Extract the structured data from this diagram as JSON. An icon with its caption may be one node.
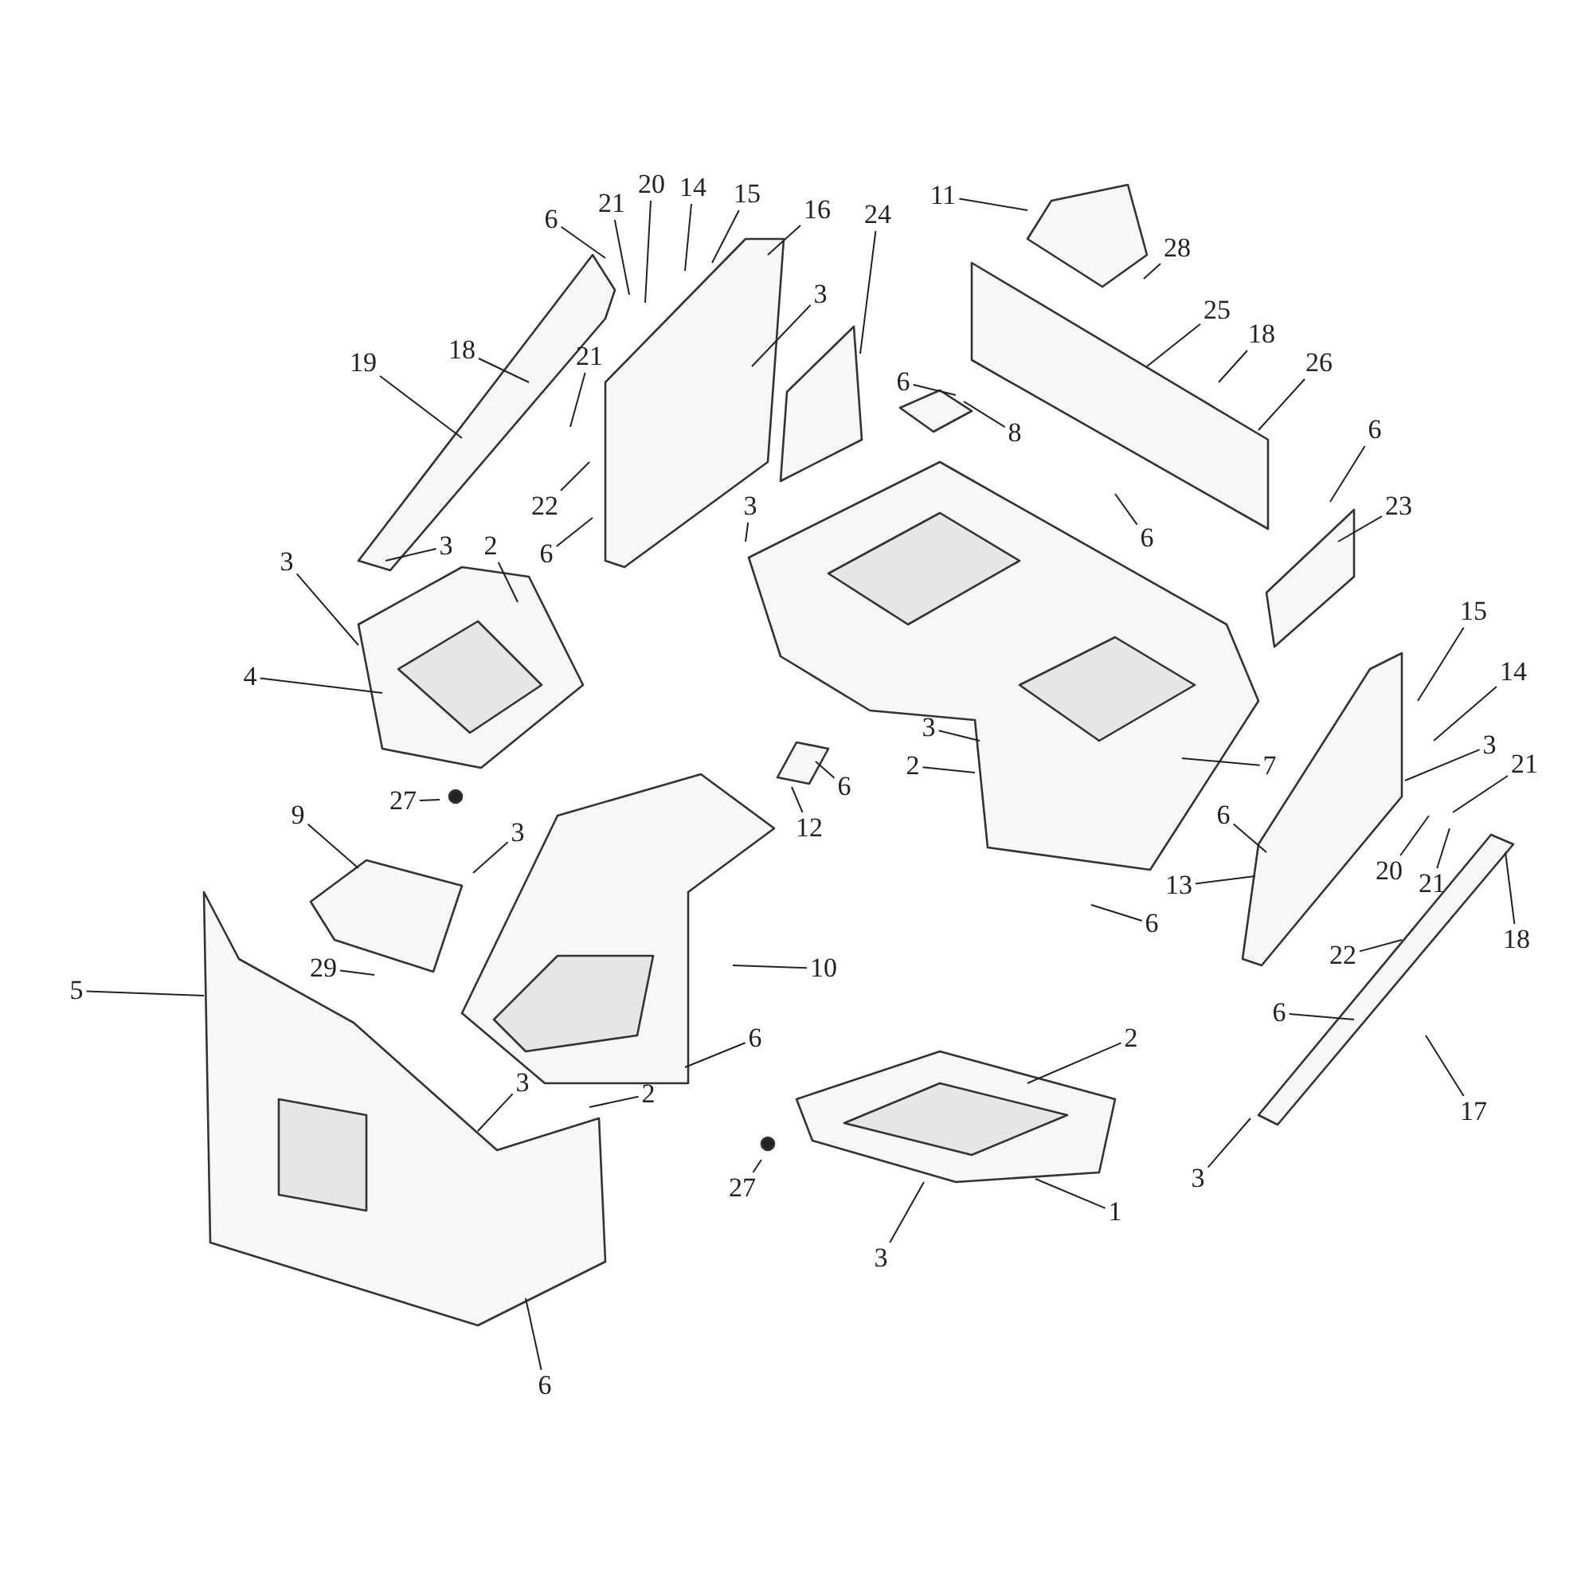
{
  "diagram": {
    "nodes": [
      {
        "text": [
          "6"
        ]
      },
      {
        "text": [
          "21"
        ]
      },
      {
        "text": [
          "20"
        ]
      },
      {
        "text": [
          "14"
        ]
      },
      {
        "text": [
          "15"
        ]
      },
      {
        "text": [
          "16"
        ]
      },
      {
        "text": [
          "3"
        ]
      },
      {
        "text": [
          "19"
        ]
      },
      {
        "text": [
          "18"
        ]
      },
      {
        "text": [
          "21"
        ]
      },
      {
        "text": [
          "22"
        ]
      },
      {
        "text": [
          "6"
        ]
      },
      {
        "text": [
          "3"
        ]
      },
      {
        "text": [
          "2"
        ]
      },
      {
        "text": [
          "3"
        ]
      },
      {
        "text": [
          "4"
        ]
      },
      {
        "text": [
          "27"
        ]
      },
      {
        "text": [
          "24"
        ]
      },
      {
        "text": [
          "11"
        ]
      },
      {
        "text": [
          "28"
        ]
      },
      {
        "text": [
          "25"
        ]
      },
      {
        "text": [
          "18"
        ]
      },
      {
        "text": [
          "26"
        ]
      },
      {
        "text": [
          "6"
        ]
      },
      {
        "text": [
          "8"
        ]
      },
      {
        "text": [
          "3"
        ]
      },
      {
        "text": [
          "6"
        ]
      },
      {
        "text": [
          "6"
        ]
      },
      {
        "text": [
          "23"
        ]
      },
      {
        "text": [
          "15"
        ]
      },
      {
        "text": [
          "14"
        ]
      },
      {
        "text": [
          "3"
        ]
      },
      {
        "text": [
          "21"
        ]
      },
      {
        "text": [
          "20"
        ]
      },
      {
        "text": [
          "21"
        ]
      },
      {
        "text": [
          "22"
        ]
      },
      {
        "text": [
          "18"
        ]
      },
      {
        "text": [
          "6"
        ]
      },
      {
        "text": [
          "13"
        ]
      },
      {
        "text": [
          "7"
        ]
      },
      {
        "text": [
          "3"
        ]
      },
      {
        "text": [
          "2"
        ]
      },
      {
        "text": [
          "6"
        ]
      },
      {
        "text": [
          "12"
        ]
      },
      {
        "text": [
          "6"
        ]
      },
      {
        "text": [
          "9"
        ]
      },
      {
        "text": [
          "3"
        ]
      },
      {
        "text": [
          "29"
        ]
      },
      {
        "text": [
          "5"
        ]
      },
      {
        "text": [
          "10"
        ]
      },
      {
        "text": [
          "6"
        ]
      },
      {
        "text": [
          "3"
        ]
      },
      {
        "text": [
          "2"
        ]
      },
      {
        "text": [
          "6"
        ]
      },
      {
        "text": [
          "2"
        ]
      },
      {
        "text": [
          "27"
        ]
      },
      {
        "text": [
          "1"
        ]
      },
      {
        "text": [
          "3"
        ]
      },
      {
        "text": [
          "6"
        ]
      },
      {
        "text": [
          "17"
        ]
      },
      {
        "text": [
          "3"
        ]
      }
    ],
    "edges": [
      {
        "from": 0,
        "to": null,
        "arrow": "none"
      },
      {
        "from": 1,
        "to": null,
        "arrow": "none"
      },
      {
        "from": 2,
        "to": null,
        "arrow": "none"
      },
      {
        "from": 3,
        "to": null,
        "arrow": "none"
      },
      {
        "from": 4,
        "to": null,
        "arrow": "none"
      },
      {
        "from": 5,
        "to": null,
        "arrow": "none"
      },
      {
        "from": 6,
        "to": null,
        "arrow": "none"
      },
      {
        "from": 7,
        "to": null,
        "arrow": "none"
      },
      {
        "from": 8,
        "to": null,
        "arrow": "none"
      },
      {
        "from": 9,
        "to": null,
        "arrow": "none"
      },
      {
        "from": 10,
        "to": null,
        "arrow": "none"
      },
      {
        "from": 11,
        "to": null,
        "arrow": "none"
      },
      {
        "from": 12,
        "to": null,
        "arrow": "none"
      },
      {
        "from": 13,
        "to": null,
        "arrow": "none"
      },
      {
        "from": 14,
        "to": null,
        "arrow": "none"
      },
      {
        "from": 15,
        "to": null,
        "arrow": "none"
      },
      {
        "from": 16,
        "to": null,
        "arrow": "none"
      },
      {
        "from": 17,
        "to": null,
        "arrow": "none"
      },
      {
        "from": 18,
        "to": null,
        "arrow": "none"
      },
      {
        "from": 19,
        "to": null,
        "arrow": "none"
      },
      {
        "from": 20,
        "to": null,
        "arrow": "none"
      },
      {
        "from": 21,
        "to": null,
        "arrow": "none"
      },
      {
        "from": 22,
        "to": null,
        "arrow": "none"
      },
      {
        "from": 23,
        "to": null,
        "arrow": "none"
      },
      {
        "from": 24,
        "to": null,
        "arrow": "none"
      },
      {
        "from": 25,
        "to": null,
        "arrow": "none"
      },
      {
        "from": 26,
        "to": null,
        "arrow": "none"
      },
      {
        "from": 27,
        "to": null,
        "arrow": "none"
      },
      {
        "from": 28,
        "to": null,
        "arrow": "none"
      },
      {
        "from": 29,
        "to": null,
        "arrow": "none"
      },
      {
        "from": 30,
        "to": null,
        "arrow": "none"
      },
      {
        "from": 31,
        "to": null,
        "arrow": "none"
      },
      {
        "from": 32,
        "to": null,
        "arrow": "none"
      },
      {
        "from": 33,
        "to": null,
        "arrow": "none"
      },
      {
        "from": 34,
        "to": null,
        "arrow": "none"
      },
      {
        "from": 35,
        "to": null,
        "arrow": "none"
      },
      {
        "from": 36,
        "to": null,
        "arrow": "none"
      },
      {
        "from": 37,
        "to": null,
        "arrow": "none"
      },
      {
        "from": 38,
        "to": null,
        "arrow": "none"
      },
      {
        "from": 39,
        "to": null,
        "arrow": "none"
      },
      {
        "from": 40,
        "to": null,
        "arrow": "none"
      },
      {
        "from": 41,
        "to": null,
        "arrow": "none"
      },
      {
        "from": 42,
        "to": null,
        "arrow": "none"
      },
      {
        "from": 43,
        "to": null,
        "arrow": "none"
      },
      {
        "from": 44,
        "to": null,
        "arrow": "none"
      },
      {
        "from": 45,
        "to": null,
        "arrow": "none"
      },
      {
        "from": 46,
        "to": null,
        "arrow": "none"
      },
      {
        "from": 47,
        "to": null,
        "arrow": "none"
      },
      {
        "from": 48,
        "to": null,
        "arrow": "none"
      },
      {
        "from": 49,
        "to": null,
        "arrow": "none"
      },
      {
        "from": 50,
        "to": null,
        "arrow": "none"
      },
      {
        "from": 51,
        "to": null,
        "arrow": "none"
      },
      {
        "from": 52,
        "to": null,
        "arrow": "none"
      },
      {
        "from": 53,
        "to": null,
        "arrow": "none"
      },
      {
        "from": 54,
        "to": null,
        "arrow": "none"
      },
      {
        "from": 55,
        "to": null,
        "arrow": "none"
      },
      {
        "from": 56,
        "to": null,
        "arrow": "none"
      },
      {
        "from": 57,
        "to": null,
        "arrow": "none"
      },
      {
        "from": 58,
        "to": null,
        "arrow": "none"
      },
      {
        "from": 59,
        "to": null,
        "arrow": "none"
      },
      {
        "from": 60,
        "to": null,
        "arrow": "none"
      }
    ]
  }
}
